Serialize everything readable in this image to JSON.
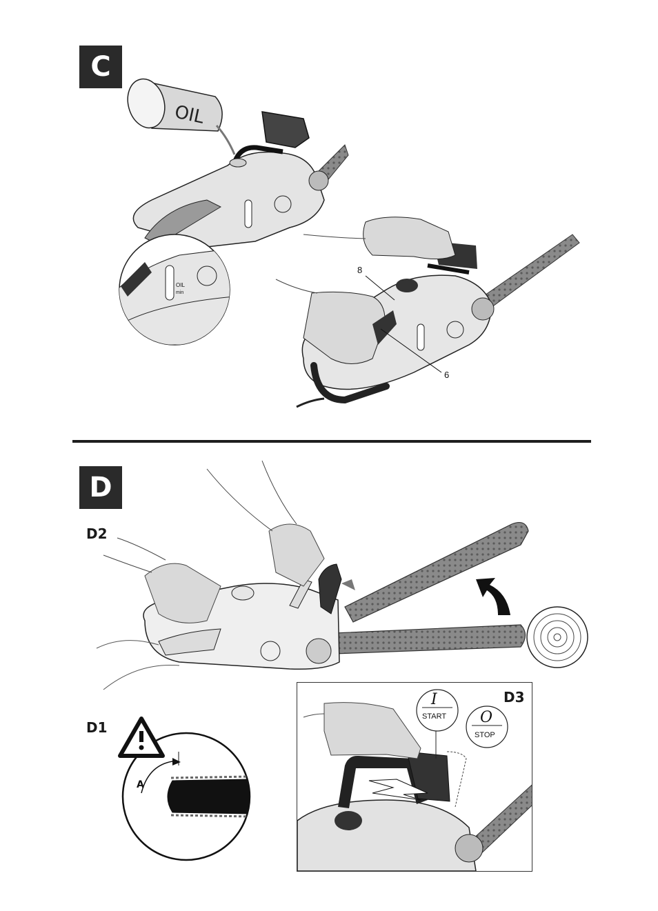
{
  "sections": {
    "c": {
      "badge": "C"
    },
    "d": {
      "badge": "D"
    }
  },
  "figure_c": {
    "can_label": "OIL",
    "gauge_label_top": "OIL",
    "gauge_label_bottom": "min",
    "callouts": [
      {
        "id": "8",
        "text": "8"
      },
      {
        "id": "6",
        "text": "6"
      }
    ]
  },
  "figure_d": {
    "sub_d2": "D2",
    "sub_d1": "D1",
    "sub_d3": "D3",
    "d1_angle_label": "A",
    "switch_start_glyph": "I",
    "switch_start_text": "START",
    "switch_stop_glyph": "O",
    "switch_stop_text": "STOP"
  },
  "colors": {
    "badge": "#2a2a2a",
    "body_light": "#e6e6e6",
    "body_mid": "#bdbdbd",
    "body_dark": "#3a3a3a",
    "bar": "#8a8a8a",
    "glove": "#d9d9d9"
  },
  "icons": [
    "warning-triangle-icon",
    "rotation-arrow-icon",
    "lightning-icon"
  ]
}
